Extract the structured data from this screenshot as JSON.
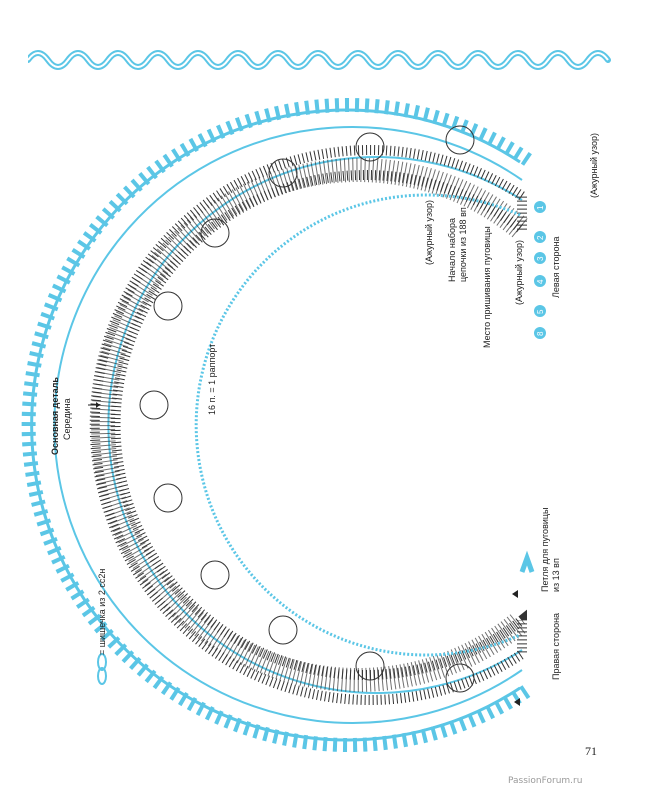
{
  "colors": {
    "accent": "#5bc6e6",
    "ink": "#333333",
    "paper": "#ffffff"
  },
  "labels": {
    "main_part": "Основная деталь",
    "center": "Середина",
    "legend_text": "= шишечка из 2 сс2н",
    "repeat": "16 п. = 1 раппорт",
    "openwork_pattern": "(Ажурный узор)",
    "chain_start_line1": "Начало набора",
    "chain_start_line2": "цепочки из 188 вп",
    "button_place": "Место пришивания пуговицы",
    "left_side": "Левая сторона",
    "right_side": "Правая сторона",
    "button_loop_line1": "Петля для пуговицы",
    "button_loop_line2": "из 13 вп"
  },
  "row_numbers": [
    "1",
    "2",
    "3",
    "4",
    "5",
    "8"
  ],
  "page_number": "71",
  "watermark": "PassionForum.ru"
}
